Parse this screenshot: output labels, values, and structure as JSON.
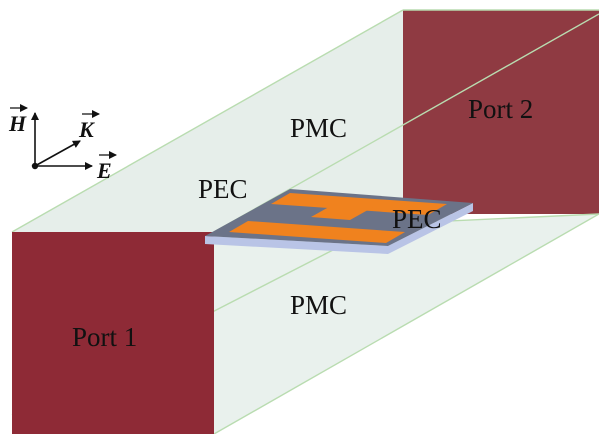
{
  "labels": {
    "port1": "Port 1",
    "port2": "Port 2",
    "pmc_top": "PMC",
    "pmc_bottom": "PMC",
    "pec_left": "PEC",
    "pec_right": "PEC"
  },
  "axes": {
    "h": "H",
    "k": "K",
    "e": "E"
  },
  "colors": {
    "port": "#8e2a36",
    "port_far": "#8f3a42",
    "pmc_wall": "#e6eeea",
    "waveguide_edge": "#b9dcb0",
    "substrate": "#6b7388",
    "substrate_edge": "#b9c4e6",
    "metal": "#f0821e"
  }
}
